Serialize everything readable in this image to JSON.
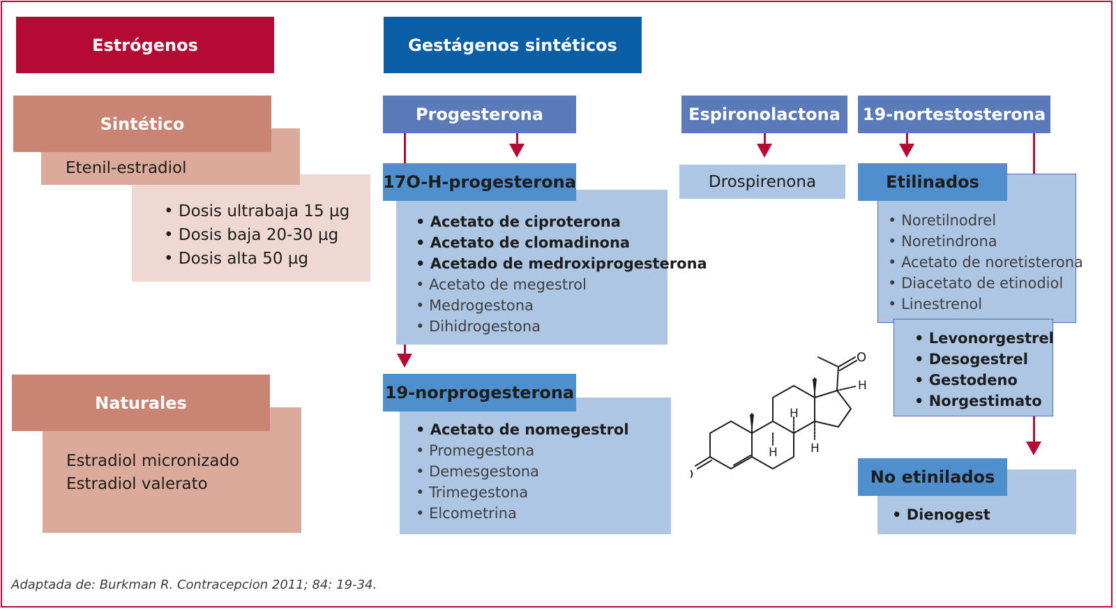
{
  "estrogenos": {
    "title": "Estrógenos",
    "sintetico": {
      "title": "Sintético",
      "compound": "Etenil-estradiol",
      "doses": [
        "Dosis ultrabaja 15 µg",
        "Dosis baja 20-30 µg",
        "Dosis alta 50 µg"
      ]
    },
    "naturales": {
      "title": "Naturales",
      "items": [
        "Estradiol micronizado",
        "Estradiol valerato"
      ]
    }
  },
  "gestagenos": {
    "title": "Gestágenos sintéticos",
    "progesterona": {
      "title": "Progesterona",
      "oh": {
        "title": "17O-H-progesterona",
        "items": [
          {
            "text": "Acetato de ciproterona",
            "bold": true
          },
          {
            "text": "Acetato de clomadinona",
            "bold": true
          },
          {
            "text": "Acetado de medroxiprogesterona",
            "bold": true
          },
          {
            "text": "Acetato de megestrol",
            "bold": false
          },
          {
            "text": "Medrogestona",
            "bold": false
          },
          {
            "text": "Dihidrogestona",
            "bold": false
          }
        ]
      },
      "norprog": {
        "title": "19-norprogesterona",
        "items": [
          {
            "text": "Acetato de nomegestrol",
            "bold": true
          },
          {
            "text": "Promegestona",
            "bold": false
          },
          {
            "text": "Demesgestona",
            "bold": false
          },
          {
            "text": "Trimegestona",
            "bold": false
          },
          {
            "text": "Elcometrina",
            "bold": false
          }
        ]
      }
    },
    "espironolactona": {
      "title": "Espironolactona",
      "item": "Drospirenona"
    },
    "nortestosterona": {
      "title": "19-nortestosterona",
      "etilinados": {
        "title": "Etilinados",
        "items": [
          "Noretilnodrel",
          "Noretindrona",
          "Acetato de noretisterona",
          "Diacetato de etinodiol",
          "Linestrenol"
        ],
        "sub_items": [
          "Levonorgestrel",
          "Desogestrel",
          "Gestodeno",
          "Norgestimato"
        ]
      },
      "no_etilinados": {
        "title": "No etinilados",
        "items": [
          "Dienogest"
        ]
      }
    }
  },
  "molecule_labels": {
    "o_top": "O",
    "o_left": "O",
    "h": "H"
  },
  "caption": "Adaptada de: Burkman R. Contracepcion 2011; 84: 19-34.",
  "colors": {
    "crimson": "#b40a34",
    "blue_dark": "#0a5ea6",
    "blue_mid": "#5a7ab9",
    "blue_hdr": "#4f8fcd",
    "blue_light": "#adc6e4",
    "salmon": "#c98473",
    "salmon_mid": "#dbaa9a",
    "salmon_light": "#eed8d1"
  }
}
